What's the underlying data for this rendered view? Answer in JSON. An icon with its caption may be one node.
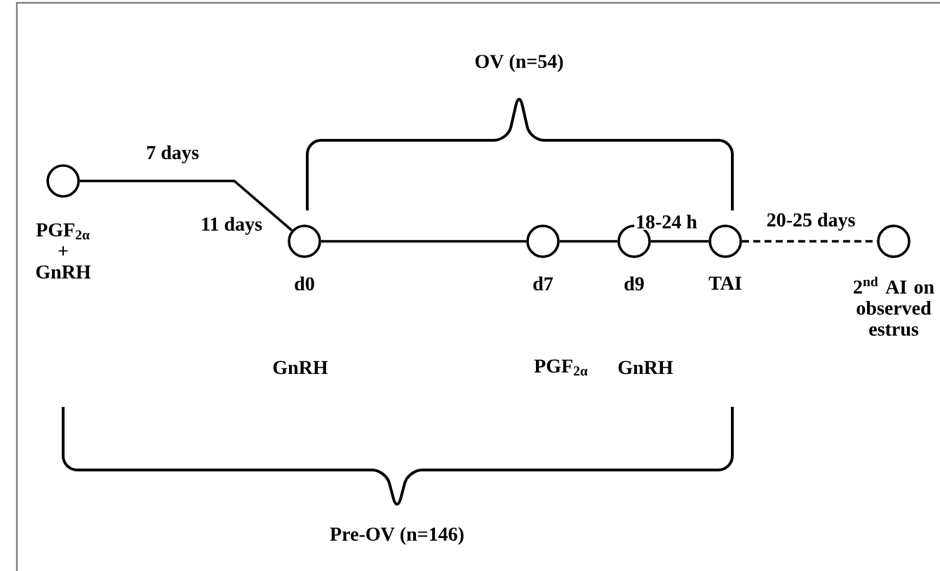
{
  "diagram": {
    "nodes": [
      {
        "text": [],
        "shape": "circle",
        "beside": [
          "PGF$_{2α}$ + GnRH"
        ]
      },
      {
        "text": [],
        "shape": "circle",
        "beside": [
          "d0"
        ]
      },
      {
        "text": [],
        "shape": "circle",
        "beside": [
          "d7"
        ]
      },
      {
        "text": [],
        "shape": "circle",
        "beside": [
          "d9"
        ]
      },
      {
        "text": [],
        "shape": "circle",
        "beside": [
          "TAI"
        ]
      },
      {
        "text": [],
        "shape": "circle",
        "beside": [
          "\\begin{array}{c}\\mathbf{2^{nd}\\ AI\\ on}\\\\ \\mathbf{observed}\\\\ \\mathbf{estrus}\\end{array}"
        ]
      }
    ],
    "edges": [
      {
        "from": 0,
        "to": 1,
        "arrow": "none",
        "label": "7 days"
      },
      {
        "from": 1,
        "to": 2,
        "arrow": "none"
      },
      {
        "from": 2,
        "to": 3,
        "arrow": "none"
      },
      {
        "from": 3,
        "to": 4,
        "arrow": "none",
        "label": "18-24 h"
      },
      {
        "from": 4,
        "to": 5,
        "arrow": "none",
        "label": "20-25 days",
        "style": "dashed"
      }
    ],
    "labels": [
      "OV (n=54)",
      "11 days",
      "GnRH",
      "PGF$_{2α}$",
      "GnRH",
      "Pre-OV (n=146)"
    ]
  }
}
